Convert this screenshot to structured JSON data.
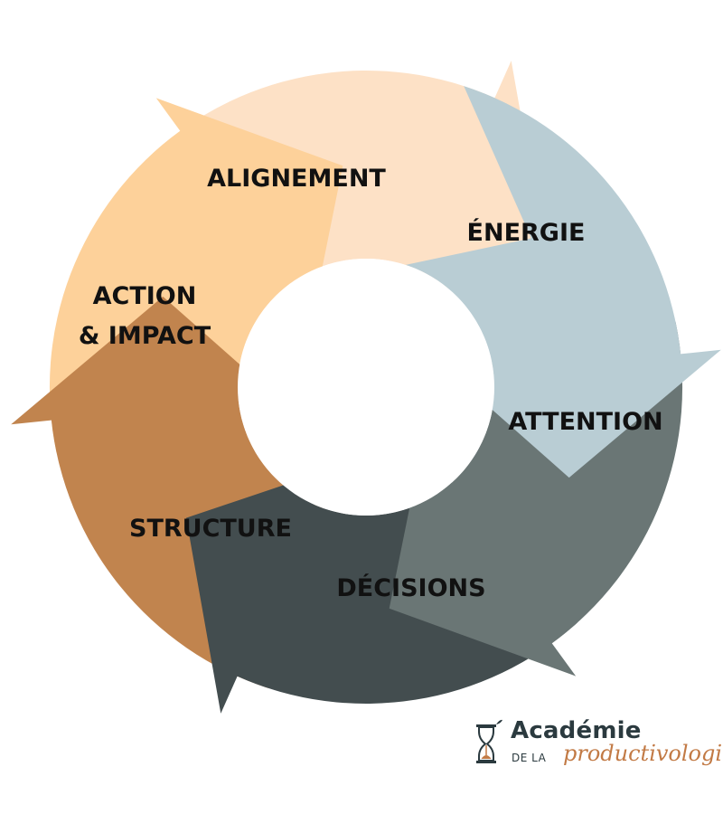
{
  "diagram": {
    "segments": [
      {
        "label_lines": [
          "ALIGNEMENT"
        ],
        "color": "#fde1c6"
      },
      {
        "label_lines": [
          "ÉNERGIE"
        ],
        "color": "#b9cdd4"
      },
      {
        "label_lines": [
          "ATTENTION"
        ],
        "color": "#6a7675"
      },
      {
        "label_lines": [
          "DÉCISIONS"
        ],
        "color": "#434d4f"
      },
      {
        "label_lines": [
          "STRUCTURE"
        ],
        "color": "#c1844e"
      },
      {
        "label_lines": [
          "ACTION",
          "& IMPACT"
        ],
        "color": "#fdd19a"
      }
    ]
  },
  "logo": {
    "name": "Académie",
    "prefix": "DE LA",
    "script": "productivologie",
    "dark_color": "#2b3a3f",
    "accent_color": "#c27a45",
    "icon": "hourglass-icon"
  }
}
